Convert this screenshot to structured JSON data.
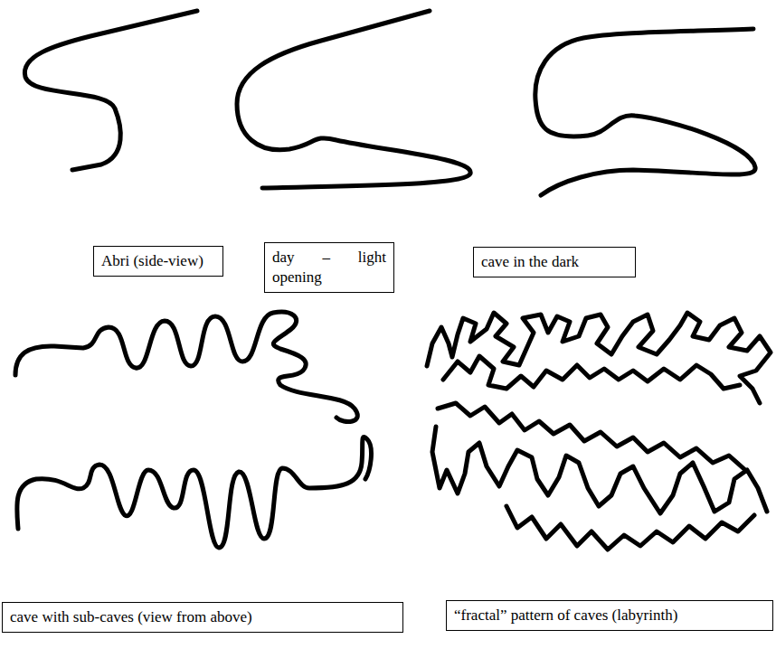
{
  "diagram": {
    "nodes": [
      {
        "text": [
          "Abri (side-view)"
        ]
      },
      {
        "text": [
          "day – light opening"
        ]
      },
      {
        "text": [
          "cave in the dark"
        ]
      },
      {
        "text": [
          "cave with sub-caves (view from above)"
        ]
      },
      {
        "text": [
          "“fractal” pattern of caves (labyrinth)"
        ]
      }
    ]
  }
}
